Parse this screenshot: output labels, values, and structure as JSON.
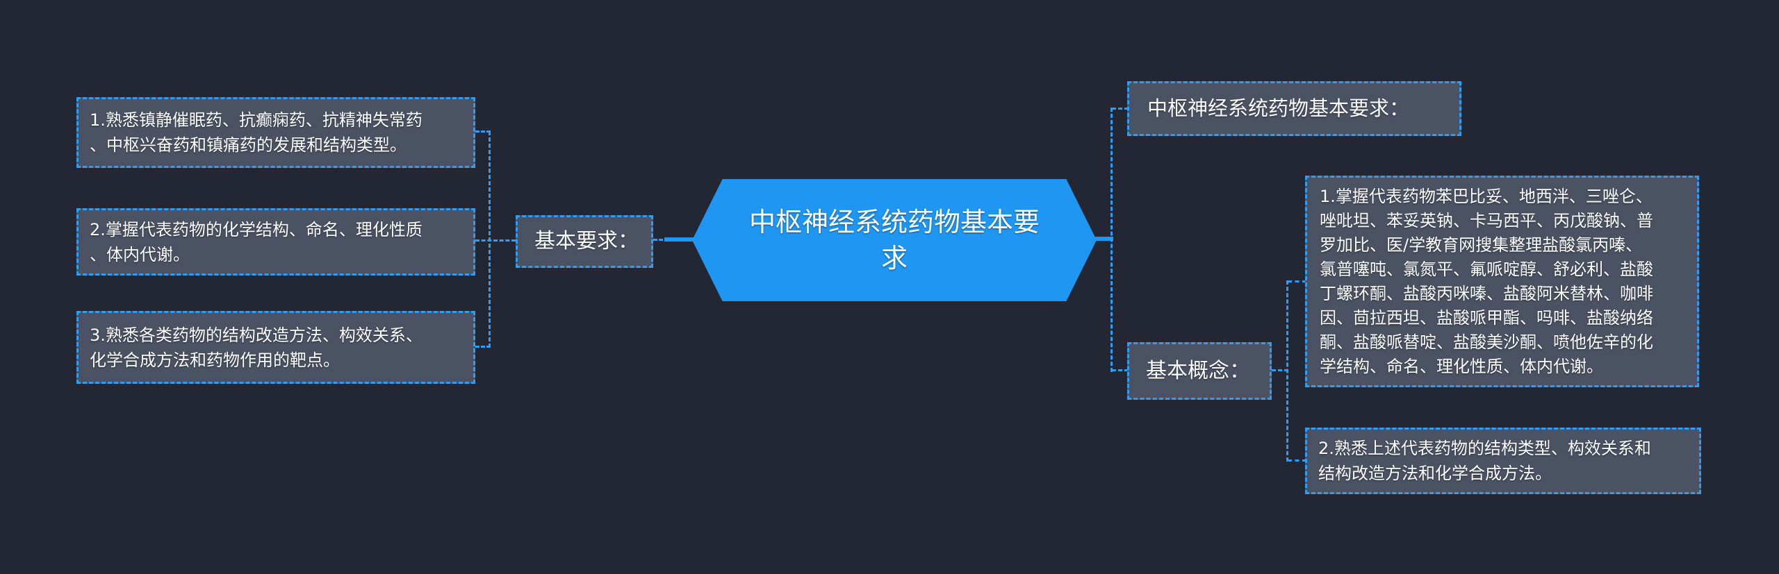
{
  "diagram": {
    "center_title": "中枢神经系统药物基本要\n求",
    "left_branch": {
      "label": "基本要求：",
      "items": [
        "1.熟悉镇静催眠药、抗癫痫药、抗精神失常药\n、中枢兴奋药和镇痛药的发展和结构类型。",
        "2.掌握代表药物的化学结构、命名、理化性质\n、体内代谢。",
        "3.熟悉各类药物的结构改造方法、构效关系、\n化学合成方法和药物作用的靶点。"
      ]
    },
    "right_branch": {
      "header": "中枢神经系统药物基本要求：",
      "label": "基本概念：",
      "items": [
        "1.掌握代表药物苯巴比妥、地西泮、三唑仑、\n唑吡坦、苯妥英钠、卡马西平、丙戊酸钠、普\n罗加比、医/学教育网搜集整理盐酸氯丙嗪、\n氯普噻吨、氯氮平、氟哌啶醇、舒必利、盐酸\n丁螺环酮、盐酸丙咪嗪、盐酸阿米替林、咖啡\n因、茴拉西坦、盐酸哌甲酯、吗啡、盐酸纳络\n酮、盐酸哌替啶、盐酸美沙酮、喷他佐辛的化\n学结构、命名、理化性质、体内代谢。",
        "2.熟悉上述代表药物的结构类型、构效关系和\n结构改造方法和化学合成方法。"
      ]
    },
    "colors": {
      "background": "#232733",
      "node_fill": "#4b5263",
      "dash_blue": "#2f9df6",
      "hexagon_blue": "#1e96f2",
      "text": "#ffffff"
    }
  }
}
